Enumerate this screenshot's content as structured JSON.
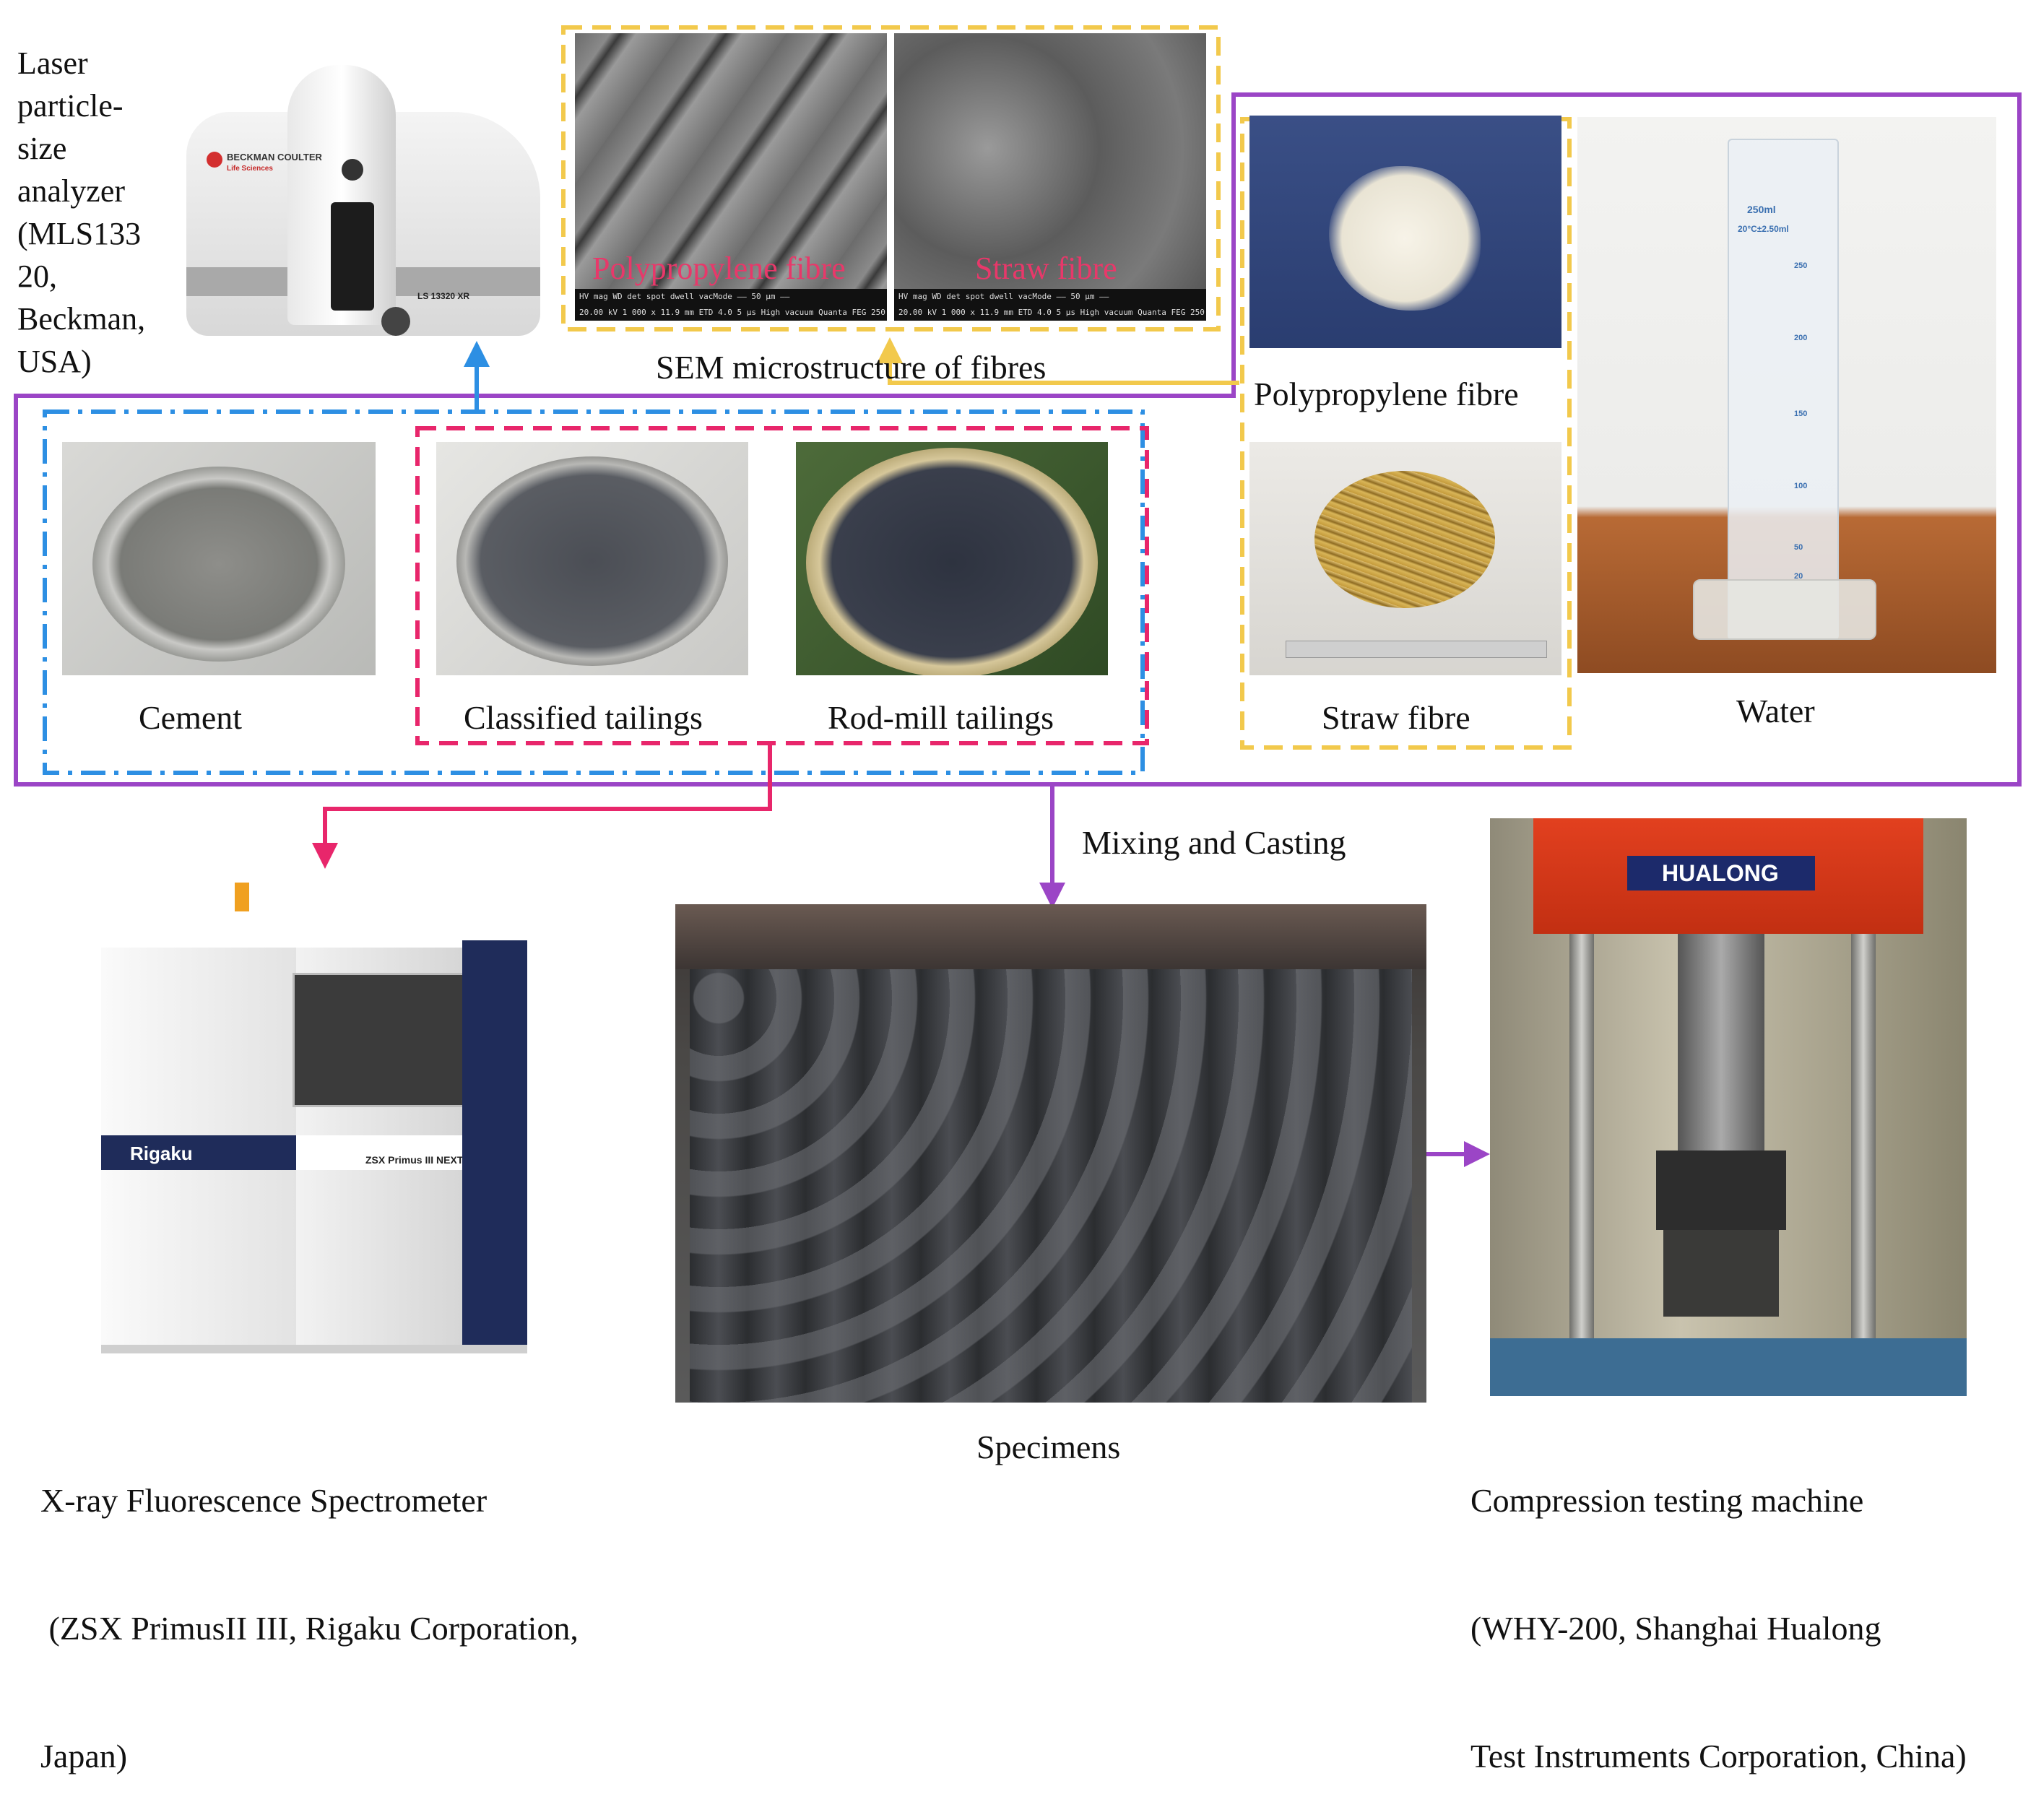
{
  "labels": {
    "laser_analyzer": [
      "Laser",
      "particle-",
      "size",
      "analyzer",
      "(MLS133",
      "20,",
      "Beckman,",
      "USA)"
    ],
    "sem_title": "SEM microstructure of fibres",
    "sem_left_label": "Polypropylene fibre",
    "sem_right_label": "Straw fibre",
    "sem_databar": "HV  mag  WD  det  spot  dwell  vacMode   —— 50 µm ——",
    "sem_databar_values": "20.00 kV  1 000 x  11.9 mm  ETD  4.0  5 µs  High vacuum   Quanta FEG 250",
    "cement": "Cement",
    "classified_tailings": "Classified tailings",
    "rod_mill_tailings": "Rod-mill tailings",
    "polypropylene_fibre": "Polypropylene fibre",
    "straw_fibre": "Straw fibre",
    "water": "Water",
    "mixing_casting": "Mixing and Casting",
    "specimens": "Specimens",
    "xrf": [
      "X-ray Fluorescence Spectrometer",
      " (ZSX PrimusII III, Rigaku Corporation,",
      "Japan)"
    ],
    "compression": [
      "Compression testing machine",
      "(WHY-200, Shanghai Hualong",
      "Test Instruments Corporation, China)"
    ]
  },
  "device_text": {
    "beckman_logo": "BECKMAN COULTER",
    "beckman_sub": "Life Sciences",
    "beckman_model": "LS 13320 XR",
    "rigaku_logo": "Rigaku",
    "rigaku_model": "ZSX Primus III NEXT",
    "hualong_logo": "HUALONG",
    "cylinder_volume": "250ml",
    "cylinder_tolerance": "20°C±2.50ml",
    "cylinder_marks": [
      "250",
      "200",
      "150",
      "100",
      "50",
      "20"
    ]
  },
  "colors": {
    "purple": "#9b45c6",
    "blue": "#2d8fe3",
    "pink": "#e8266b",
    "yellow": "#f2c94c"
  }
}
